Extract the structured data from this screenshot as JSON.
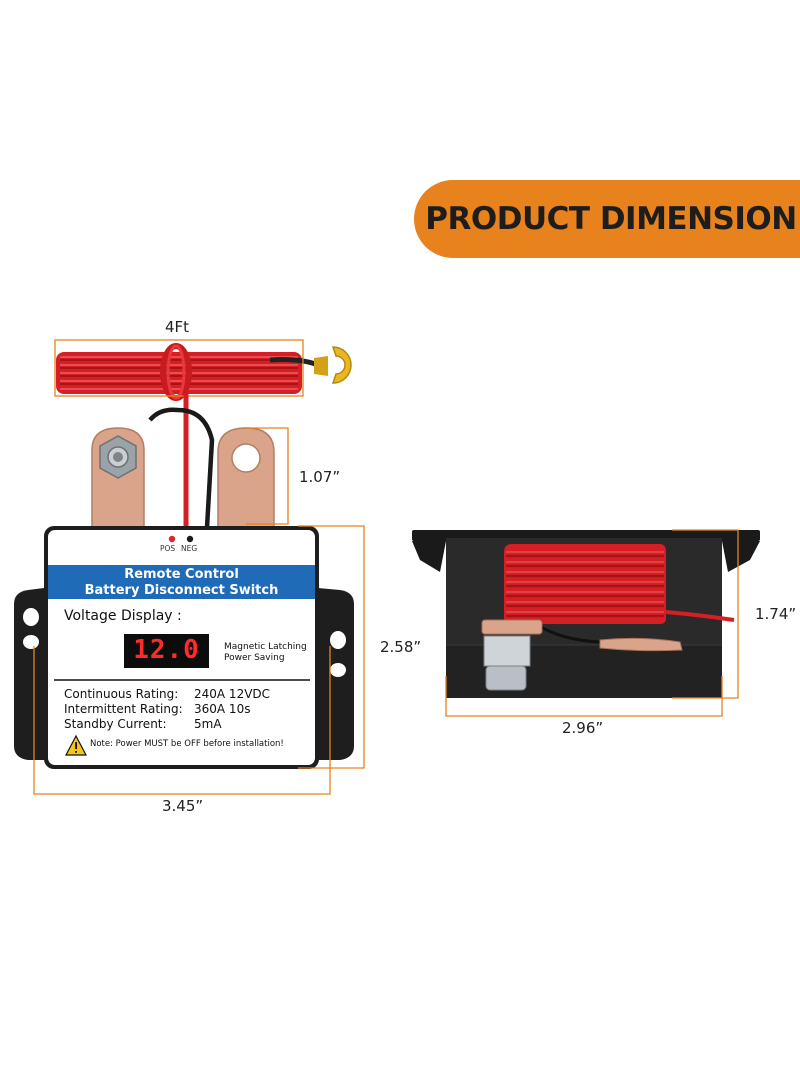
{
  "banner": {
    "title": "PRODUCT DIMENSION"
  },
  "dimensions": {
    "cable_length": "4Ft",
    "terminal_height": "1.07”",
    "body_height": "2.58”",
    "total_width": "3.45”",
    "side_height": "1.74”",
    "side_width": "2.96”"
  },
  "panel": {
    "pos_label": "POS",
    "neg_label": "NEG",
    "title_line1": "Remote Control",
    "title_line2": "Battery Disconnect Switch",
    "voltage_label": "Voltage Display :",
    "display_value": "12.0",
    "feature_line1": "Magnetic Latching",
    "feature_line2": "Power Saving",
    "spec_rows": [
      {
        "label": "Continuous Rating:",
        "value": "240A 12VDC"
      },
      {
        "label": "Intermittent Rating:",
        "value": "360A 10s"
      },
      {
        "label": "Standby   Current:",
        "value": "5mA"
      }
    ],
    "note": "Note: Power MUST be OFF before installation!"
  },
  "colors": {
    "accent_orange": "#e8821c",
    "panel_blue": "#1f6bb8",
    "cable_red": "#e0262b",
    "display_red": "#ff2a2a",
    "copper": "#d9a48a"
  }
}
